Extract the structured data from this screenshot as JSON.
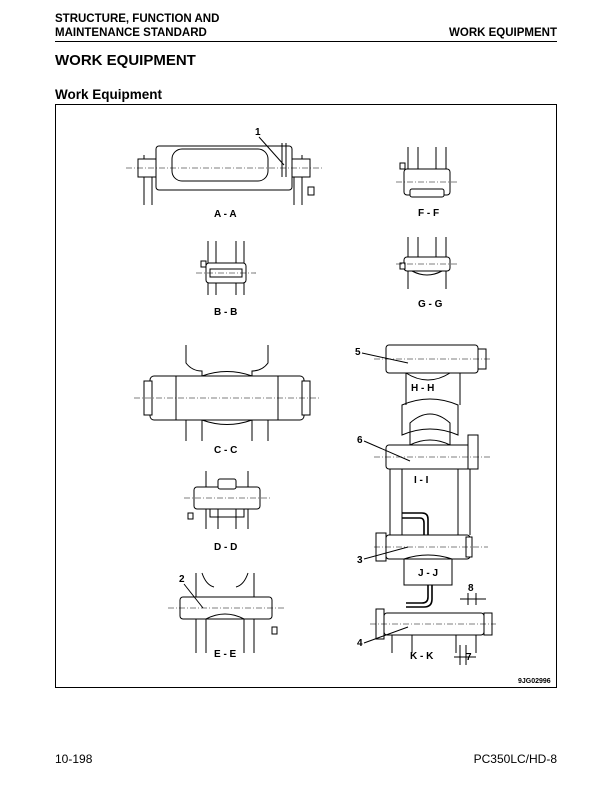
{
  "header": {
    "left_line1": "STRUCTURE, FUNCTION AND",
    "left_line2": "MAINTENANCE STANDARD",
    "right": "WORK EQUIPMENT"
  },
  "title": "WORK EQUIPMENT",
  "subtitle": "Work Equipment",
  "figure": {
    "sections": [
      "A - A",
      "B - B",
      "C - C",
      "D - D",
      "E - E",
      "F - F",
      "G - G",
      "H - H",
      "I - I",
      "J - J",
      "K - K"
    ],
    "callouts": [
      "1",
      "2",
      "3",
      "4",
      "5",
      "6",
      "7",
      "8"
    ],
    "code": "9JG02996"
  },
  "footer": {
    "page": "10-198",
    "model": "PC350LC/HD-8"
  }
}
